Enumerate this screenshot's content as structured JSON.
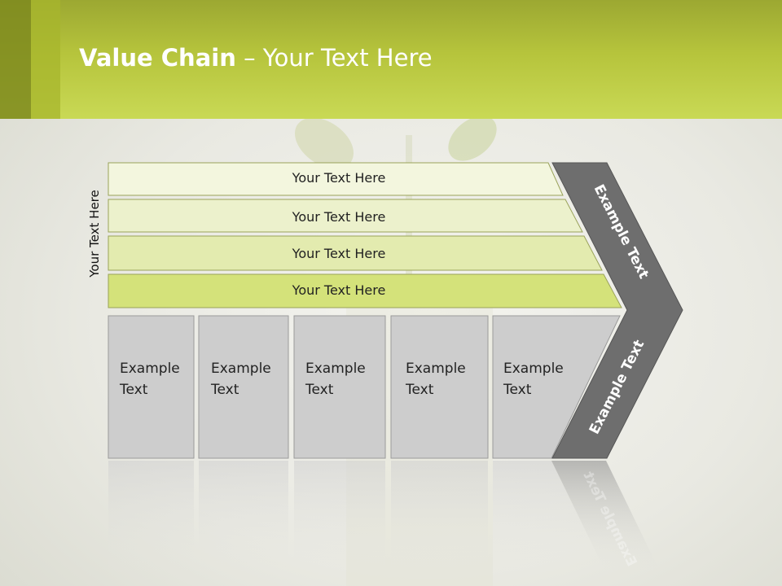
{
  "title": {
    "bold": "Value Chain",
    "rest": " – Your Text Here"
  },
  "side_label": "Your Text Here",
  "bars": [
    {
      "label": "Your Text Here",
      "color": "#f3f6de"
    },
    {
      "label": "Your Text Here",
      "color": "#ecf1cc"
    },
    {
      "label": "Your Text Here",
      "color": "#e3ebaf"
    },
    {
      "label": "Your Text Here",
      "color": "#d4e27a"
    }
  ],
  "boxes": [
    {
      "line1": "Example",
      "line2": "Text"
    },
    {
      "line1": "Example",
      "line2": "Text"
    },
    {
      "line1": "Example",
      "line2": "Text"
    },
    {
      "line1": "Example",
      "line2": "Text"
    },
    {
      "line1": "Example",
      "line2": "Text"
    }
  ],
  "chevron": {
    "upper_label": "Example Text",
    "lower_label": "Example Text",
    "color": "#6e6e6e"
  }
}
